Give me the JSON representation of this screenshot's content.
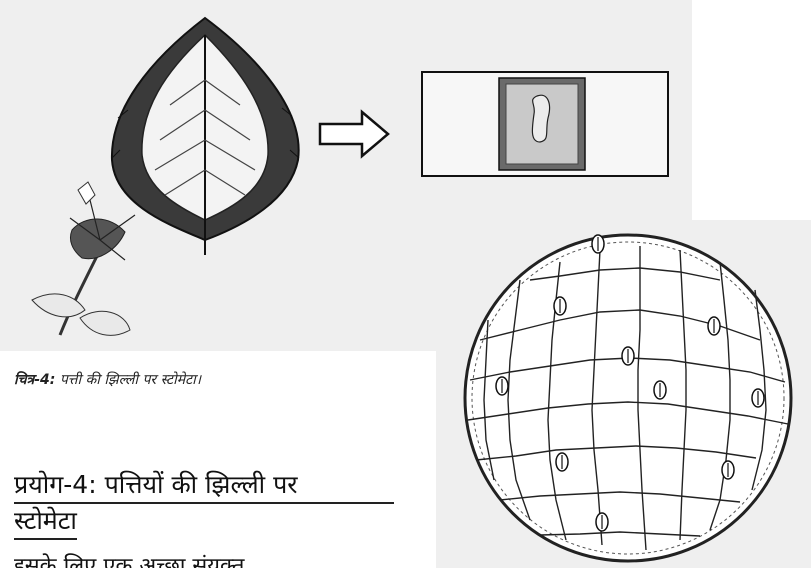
{
  "caption": {
    "label": "चित्र-4:",
    "text": " पत्ती की झिल्ली पर स्टोमेटा।"
  },
  "heading": {
    "line1": "प्रयोग-4: पत्तियों की झिल्ली पर",
    "line2": "स्टोमेटा"
  },
  "body_partial": "इसके लिए एक अच्छा संयुक्त"
}
